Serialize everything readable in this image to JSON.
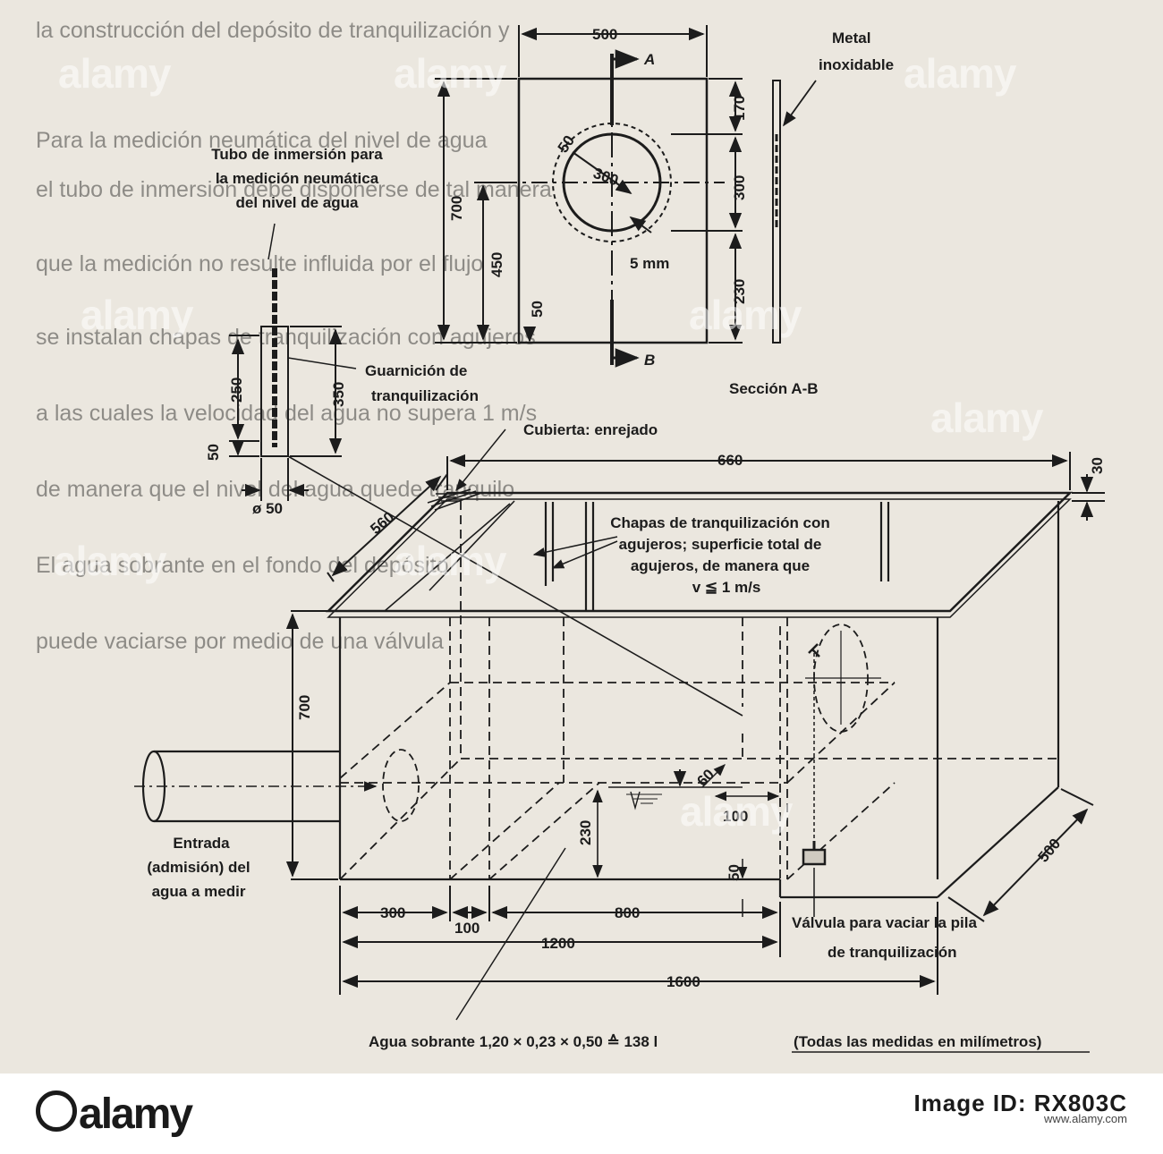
{
  "watermark": "alamy",
  "background_text": [
    "la construcción del depósito de tranquilización y",
    "Para la medición neumática del nivel de agua",
    "el tubo de inmersión debe disponerse de tal manera",
    "que la medición no resulte influida por el flujo",
    "se instalan chapas de tranquilización con agujeros",
    "a las cuales la velocidad del agua no supera 1 m/s",
    "de manera que el nivel del agua quede tranquilo",
    "El agua sobrante en el fondo del depósito",
    "puede vaciarse por medio de una válvula"
  ],
  "plate": {
    "width_label": "500",
    "height_label": "700",
    "hole_diameter_label": "300",
    "ring_width_label": "50",
    "thickness_label": "5 mm",
    "dim_top_label": "170",
    "dim_hole_label": "300",
    "dim_bottom_label": "230",
    "center_height_label": "450",
    "bottom_gap_label": "50",
    "section_mark_a": "A",
    "section_mark_b": "B",
    "section_title": "Sección  A-B",
    "material_label_1": "Metal",
    "material_label_2": "inoxidable"
  },
  "dip_tube": {
    "caption_1": "Tubo de inmersión para",
    "caption_2": "la medición neumática",
    "caption_3": "del nivel de agua",
    "dim_inner": "250",
    "dim_outer": "350",
    "dim_bottom": "50",
    "diameter": "ø 50",
    "lining_1": "Guarnición de",
    "lining_2": "tranquilización"
  },
  "tank": {
    "cover_label": "Cubierta: enrejado",
    "length_top": "660",
    "rim_height": "30",
    "depth_top": "560",
    "baffles_1": "Chapas de tranquilización con",
    "baffles_2": "agujeros; superficie total de",
    "baffles_3": "agujeros, de manera que",
    "baffles_4": "v ≦ 1 m/s",
    "height": "700",
    "depth": "500",
    "inlet_1": "Entrada",
    "inlet_2": "(admisión) del",
    "inlet_3": "agua a medir",
    "water_height": "230",
    "gap_60": "60",
    "width_100_right": "100",
    "valve_gap": "50",
    "seg_300": "300",
    "seg_100": "100",
    "seg_800": "800",
    "total_1200": "1200",
    "total_1600": "1600",
    "valve_1": "Válvula para vaciar la pila",
    "valve_2": "de tranquilización",
    "surplus": "Agua sobrante 1,20 × 0,23 × 0,50 ≙ 138 l",
    "units_note": "(Todas las medidas en milímetros)"
  },
  "footer": {
    "brand": "alamy",
    "image_id_label": "Image ID: RX803C",
    "url": "www.alamy.com"
  },
  "colors": {
    "paper": "#ebe7df",
    "ink": "#1c1c1c",
    "footer": "#ffffff"
  }
}
